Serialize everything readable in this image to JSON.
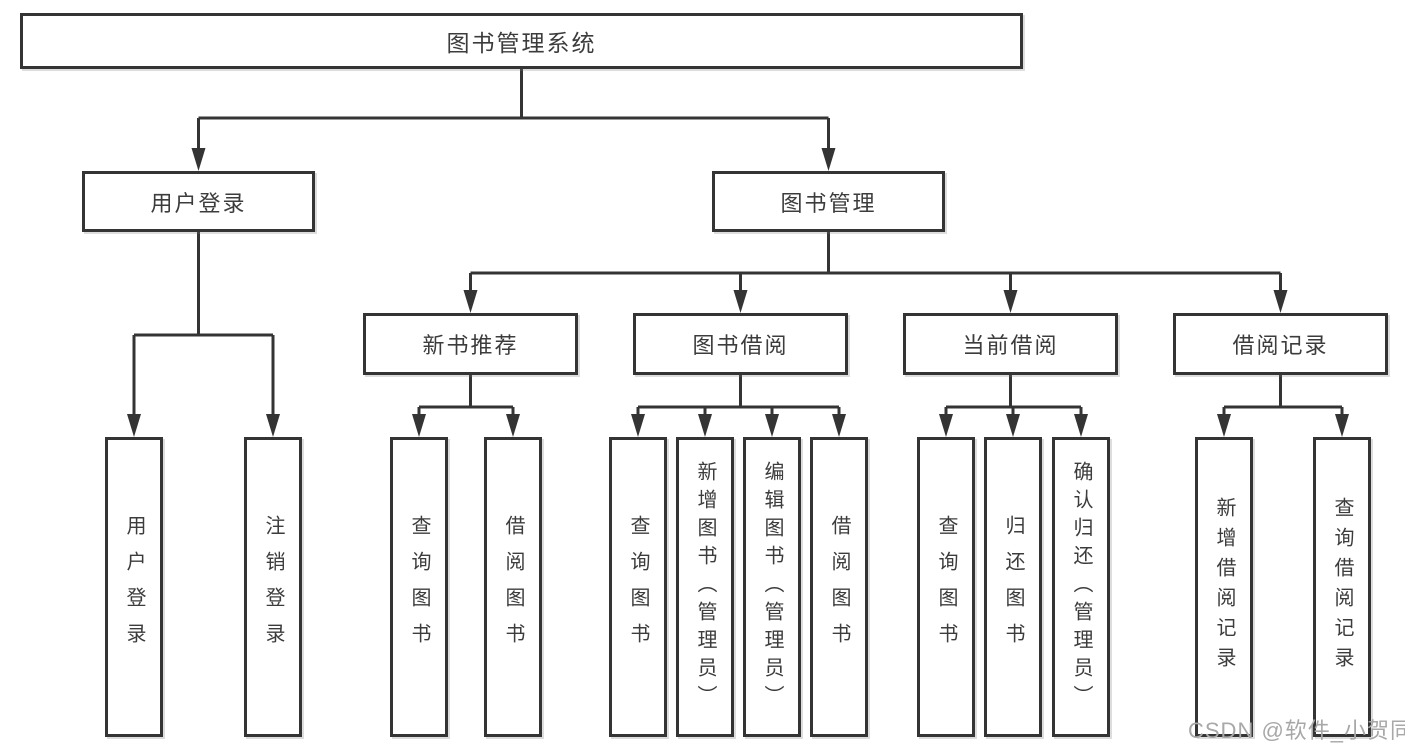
{
  "diagram": {
    "root": "图书管理系统",
    "level2": [
      "用户登录",
      "图书管理"
    ],
    "level3": [
      "新书推荐",
      "图书借阅",
      "当前借阅",
      "借阅记录"
    ],
    "leaves": {
      "user_login": [
        "用户登录",
        "注销登录"
      ],
      "new_book": [
        "查询图书",
        "借阅图书"
      ],
      "book_borrow": [
        "查询图书",
        "新增图书（管理员）",
        "编辑图书（管理员）",
        "借阅图书"
      ],
      "current_borrow": [
        "查询图书",
        "归还图书",
        "确认归还（管理员）"
      ],
      "borrow_record": [
        "新增借阅记录",
        "查询借阅记录"
      ]
    }
  },
  "watermark": "CSDN @软件_小贺同学",
  "colors": {
    "line": "#343434",
    "text": "#3c3c3c",
    "watermark": "#a8a8a8",
    "background": "#ffffff"
  }
}
